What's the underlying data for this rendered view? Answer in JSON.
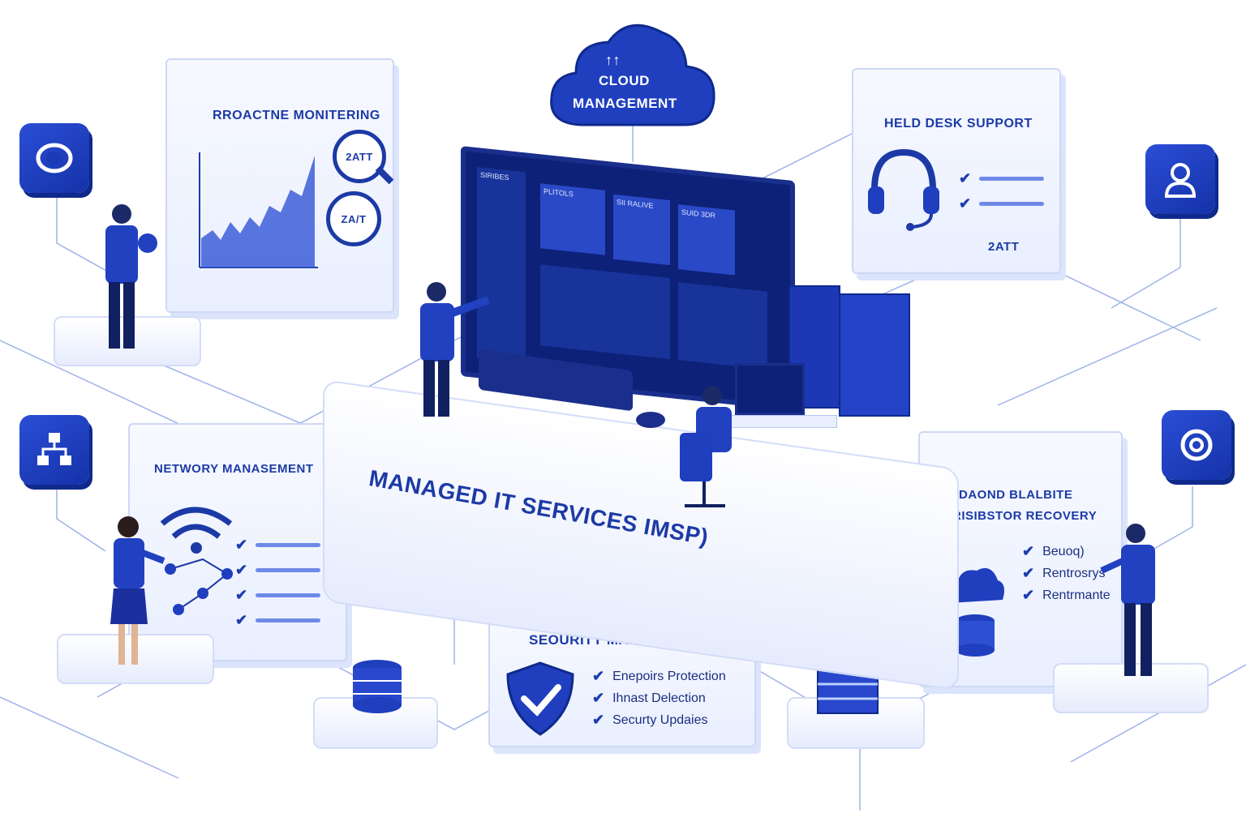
{
  "cloud": {
    "icon": "up-arrows-icon",
    "line1": "CLOUD",
    "line2": "MANAGEMENT"
  },
  "monitoring": {
    "title": "RROACTNE MONITERING",
    "badge1": "2ATT",
    "badge2": "ZA/T"
  },
  "helpdesk": {
    "title": "HELD DESK SUPPORT",
    "badge": "2ATT"
  },
  "network": {
    "title": "NETWORY MANASEMENT"
  },
  "backup": {
    "title_line1": "DAOND BLALBITE",
    "title_line2": "RISIBSTOR RECOVERY",
    "items": [
      "Beuoq)",
      "Rentrosrys",
      "Rentrmante"
    ]
  },
  "security": {
    "title": "SEOURITY MANAGEMENT",
    "items": [
      "Enepoirs Protection",
      "Ihnast Delection",
      "Securty Updaies"
    ]
  },
  "platform": {
    "label": "MANAGED IT SERVICES IMSP)"
  },
  "screen": {
    "headers": [
      "SIRIBES",
      "PLITOLS",
      "SII RALIVE",
      "SUID 3DR"
    ]
  },
  "colors": {
    "primary": "#1c3aa6",
    "dark": "#0f2a8c",
    "light": "#e9efff"
  }
}
